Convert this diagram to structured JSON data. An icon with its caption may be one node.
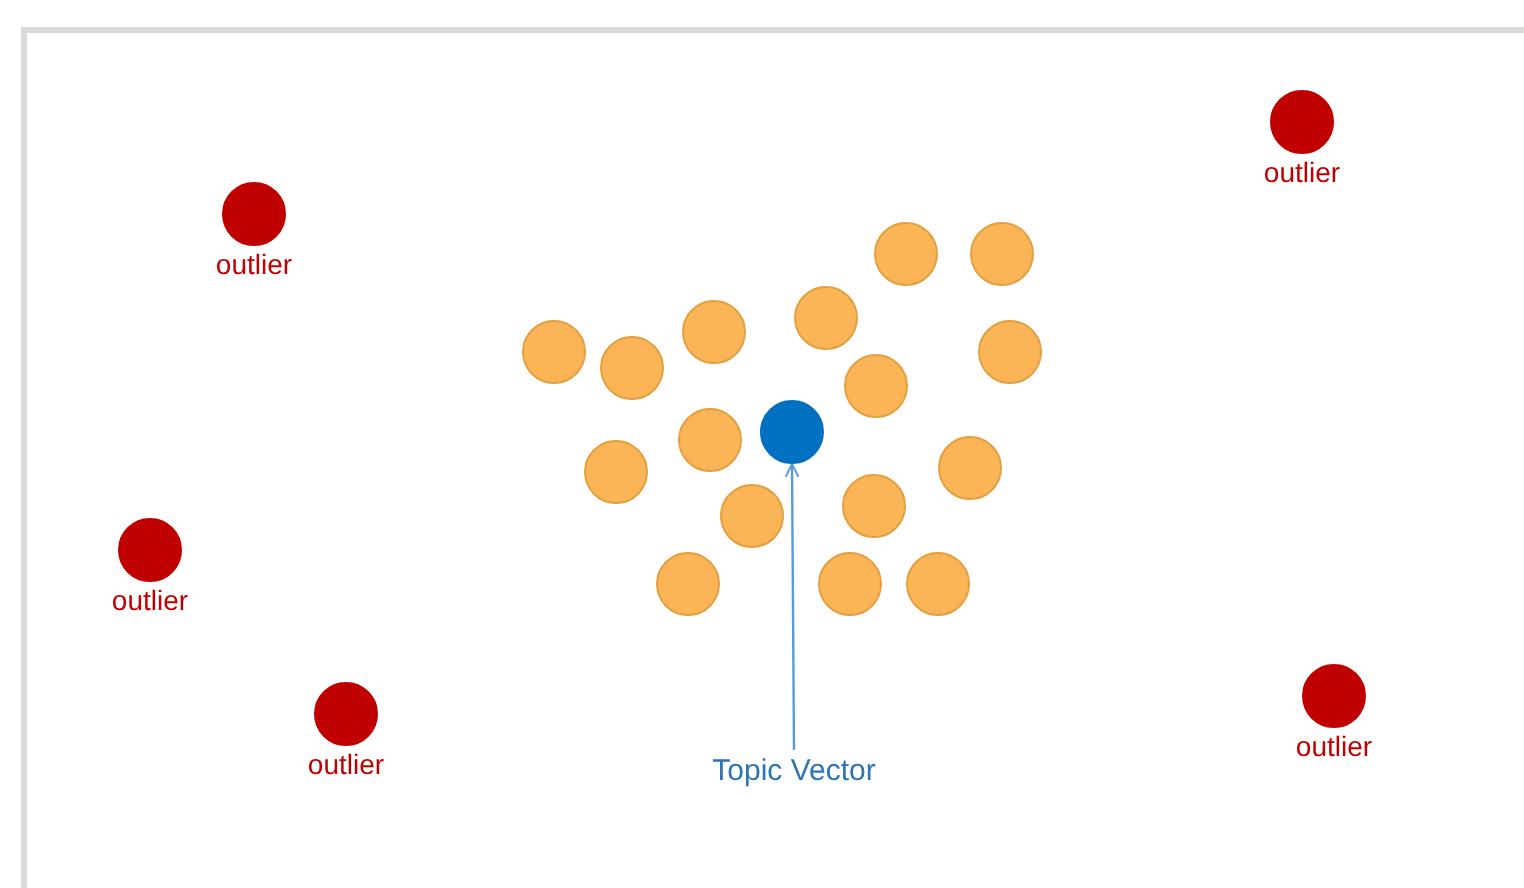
{
  "diagram": {
    "nodes": [
      {
        "text": [],
        "shape": "circle",
        "beside": [
          "outlier"
        ]
      },
      {
        "text": [],
        "shape": "circle",
        "beside": [
          "outlier"
        ]
      },
      {
        "text": [],
        "shape": "circle"
      },
      {
        "text": [],
        "shape": "circle"
      },
      {
        "text": [],
        "shape": "circle"
      },
      {
        "text": [],
        "shape": "circle"
      },
      {
        "text": [],
        "shape": "circle"
      },
      {
        "text": [],
        "shape": "circle"
      },
      {
        "text": [],
        "shape": "circle"
      },
      {
        "text": [],
        "shape": "circle"
      },
      {
        "text": [],
        "shape": "circle"
      },
      {
        "text": [],
        "shape": "circle"
      },
      {
        "text": [],
        "shape": "circle"
      },
      {
        "text": [],
        "shape": "circle"
      },
      {
        "text": [],
        "shape": "circle"
      },
      {
        "text": [],
        "shape": "circle"
      },
      {
        "text": [],
        "shape": "circle",
        "beside": [
          "outlier"
        ]
      },
      {
        "text": [],
        "shape": "circle"
      },
      {
        "text": [],
        "shape": "circle"
      },
      {
        "text": [],
        "shape": "circle"
      },
      {
        "text": [],
        "shape": "circle",
        "beside": [
          "outlier"
        ]
      },
      {
        "text": [],
        "shape": "circle",
        "beside": [
          "outlier"
        ]
      },
      {
        "text": [
          "Topic Vector"
        ]
      }
    ],
    "edges": [
      {
        "from": 22,
        "to": 10,
        "arrow": "to"
      }
    ]
  }
}
